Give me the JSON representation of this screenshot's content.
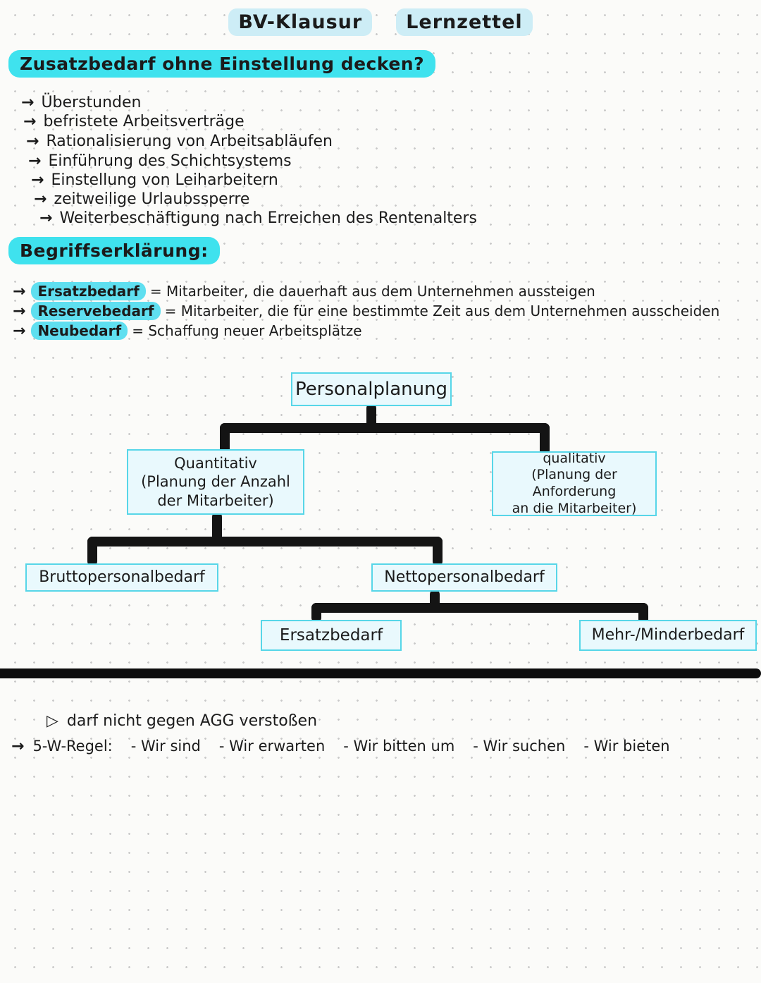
{
  "page": {
    "title_left": "BV-Klausur",
    "title_right": "Lernzettel"
  },
  "markers": {
    "arrow": "→",
    "open_triangle": "▷"
  },
  "colors": {
    "highlight_bright": "#3fe2ee",
    "highlight_light": "#cdedf6",
    "term_highlight": "#5fdff0",
    "box_border": "#57d6e8",
    "box_fill": "#e9f9fd",
    "ink": "#1b1b1b",
    "connector": "#141414"
  },
  "section_zusatzbedarf": {
    "heading": "Zusatzbedarf ohne Einstellung decken?",
    "items": [
      "Überstunden",
      "befristete Arbeitsverträge",
      "Rationalisierung von Arbeitsabläufen",
      "Einführung des Schichtsystems",
      "Einstellung von Leiharbeitern",
      "zeitweilige Urlaubssperre",
      "Weiterbeschäftigung nach Erreichen des Rentenalters"
    ]
  },
  "section_begriffe": {
    "heading": "Begriffserklärung:",
    "definitions": [
      {
        "term": "Ersatzbedarf",
        "text": "= Mitarbeiter, die dauerhaft aus dem Unternehmen aussteigen"
      },
      {
        "term": "Reservebedarf",
        "text": "= Mitarbeiter, die für eine bestimmte Zeit aus dem Unternehmen ausscheiden"
      },
      {
        "term": "Neubedarf",
        "text": "= Schaffung neuer Arbeitsplätze"
      }
    ]
  },
  "diagram": {
    "root": "Personalplanung",
    "quantitative": "Quantitativ\n(Planung der Anzahl\nder Mitarbeiter)",
    "qualitative": "qualitativ\n(Planung der Anforderung\nan die Mitarbeiter)",
    "brutto": "Bruttopersonalbedarf",
    "netto": "Nettopersonalbedarf",
    "ersatz": "Ersatzbedarf",
    "mehr_minder": "Mehr-/Minderbedarf"
  },
  "footer": {
    "agg_note": "darf nicht gegen AGG verstoßen",
    "w_rule_label": "5-W-Regel:",
    "w_rule_items": [
      "- Wir sind",
      "- Wir erwarten",
      "- Wir bitten um",
      "- Wir suchen",
      "- Wir bieten"
    ]
  }
}
